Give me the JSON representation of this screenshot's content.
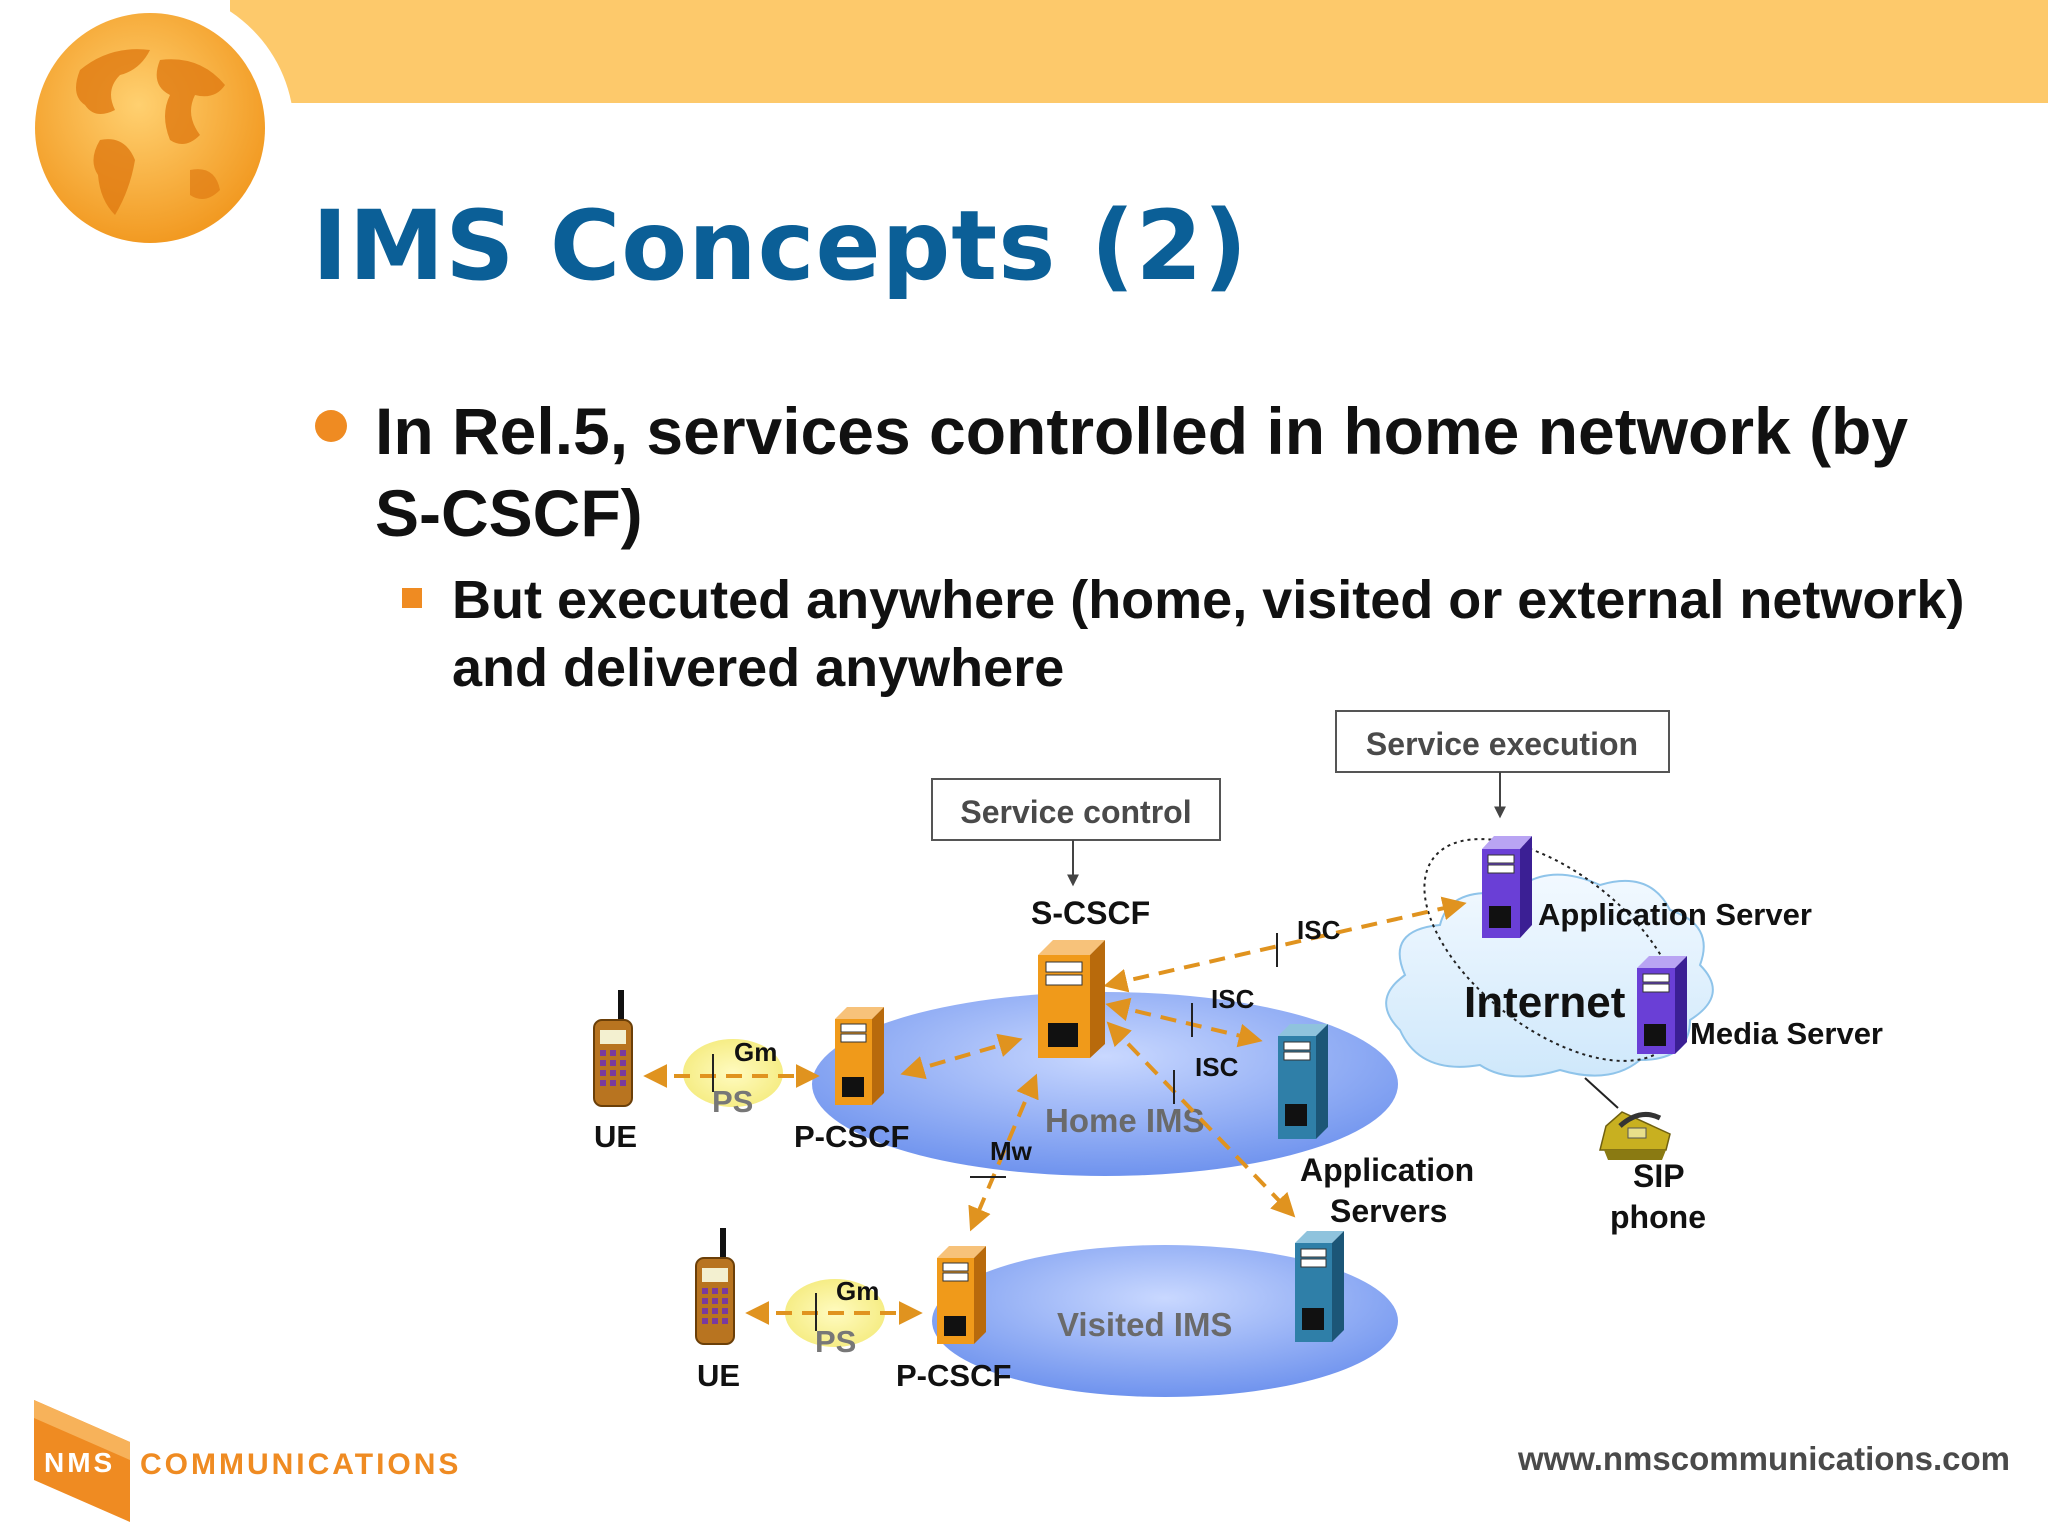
{
  "slide": {
    "title": "IMS Concepts (2)",
    "bullet": "In Rel.5, services controlled in home network (by S-CSCF)",
    "sub_bullet": "But executed anywhere (home, visited or external network) and delivered anywhere"
  },
  "diagram": {
    "box_service_control": "Service control",
    "box_service_execution": "Service execution",
    "s_cscf": "S-CSCF",
    "home_ims": "Home IMS",
    "visited_ims": "Visited IMS",
    "internet": "Internet",
    "app_server": "Application Server",
    "media_server": "Media Server",
    "app_servers_1": "Application",
    "app_servers_2": "Servers",
    "sip_phone_1": "SIP",
    "sip_phone_2": "phone",
    "ue_home": "UE",
    "ue_visited": "UE",
    "p_cscf_home": "P-CSCF",
    "p_cscf_visited": "P-CSCF",
    "gm_home": "Gm",
    "gm_visited": "Gm",
    "ps_home": "PS",
    "ps_visited": "PS",
    "mw": "Mw",
    "isc_1": "ISC",
    "isc_2": "ISC",
    "isc_3": "ISC"
  },
  "footer": {
    "logo_nms": "NMS",
    "logo_communications": "COMMUNICATIONS",
    "url": "www.nmscommunications.com"
  },
  "colors": {
    "title_blue": "#0b5f97",
    "accent_orange": "#ef8b22",
    "top_bar": "#fdc96b",
    "ims_blue": "#7e9ff0",
    "server_orange": "#f09a1a",
    "server_purple": "#6a3fd6",
    "server_teal": "#2f7fa8"
  }
}
